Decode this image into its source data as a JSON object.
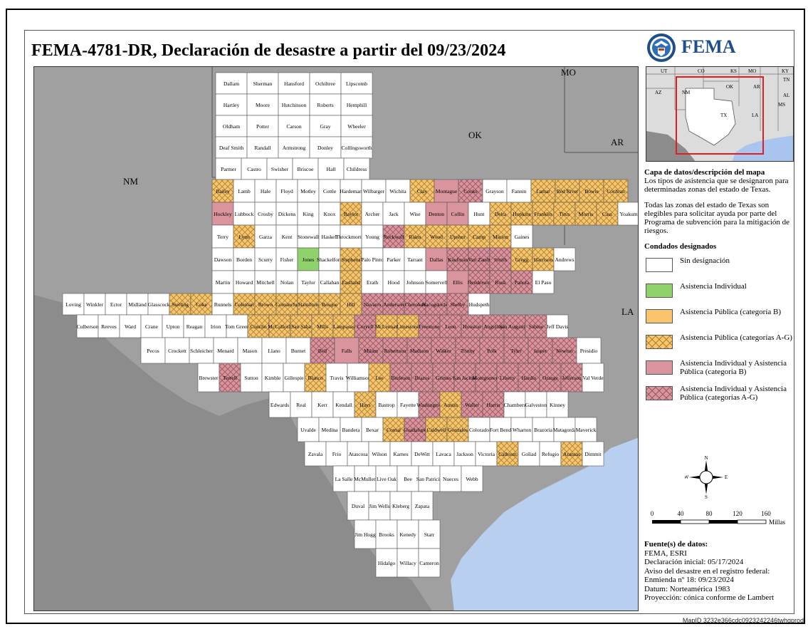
{
  "title": "FEMA-4781-DR, Declaración de desastre a partir del 09/23/2024",
  "logo_text": "FEMA",
  "neighbors": [
    "NM",
    "OK",
    "AR",
    "LA",
    "MO"
  ],
  "locator_labels": [
    "UT",
    "CO",
    "KS",
    "MO",
    "KY",
    "TN",
    "AZ",
    "NM",
    "OK",
    "AR",
    "AL",
    "MS",
    "TX",
    "LA"
  ],
  "colors": {
    "none": "#ffffff",
    "ia": "#8fd16a",
    "pa_b": "#f9c46b",
    "pa_ag": "#f9c46b",
    "ia_pa_b": "#d9949e",
    "ia_pa_ag": "#d9949e",
    "water": "#b9cff0",
    "outside": "#9a9a9a"
  },
  "legend": {
    "heading": "Capa de datos/descripción del mapa",
    "para1": "Los tipos de asistencia que se designaron para determinadas zonas del estado de Texas.",
    "para2": "Todas las zonas del estado de Texas son elegibles para solicitar ayuda por parte del Programa de subvención para la mitigación de riesgos.",
    "counties_heading": "Condados designados",
    "items": [
      {
        "key": "none",
        "label": "Sin designación"
      },
      {
        "key": "ia",
        "label": "Asistencia Individual"
      },
      {
        "key": "pa_b",
        "label": "Asistencia Pública (categoría B)"
      },
      {
        "key": "pa_ag",
        "label": "Asistencia Pública (categorías A-G)"
      },
      {
        "key": "ia_pa_b",
        "label": "Asistencia Individual y Asistencia Pública (categoría B)"
      },
      {
        "key": "ia_pa_ag",
        "label": "Asistencia Individual y Asistencia Pública (categorías A-G)"
      }
    ]
  },
  "compass": [
    "N",
    "E",
    "S",
    "W"
  ],
  "scale": {
    "ticks": [
      "0",
      "40",
      "80",
      "120",
      "160"
    ],
    "unit": "Millas"
  },
  "source": {
    "heading": "Fuente(s) de datos:",
    "lines": [
      "FEMA, ESRI",
      "Declaración inicial: 05/17/2024",
      "Aviso del desastre en el registro federal:",
      "Enmienda nº 18: 09/23/2024",
      "Datum: Norteamérica 1983",
      "Proyección: cónica conforme de Lambert"
    ]
  },
  "map_id": "MapID 3232e366cdc0923242246twhqprod",
  "counties": [
    {
      "name": "Dallam",
      "t": "none"
    },
    {
      "name": "Sherman",
      "t": "none"
    },
    {
      "name": "Hansford",
      "t": "none"
    },
    {
      "name": "Ochiltree",
      "t": "none"
    },
    {
      "name": "Lipscomb",
      "t": "none"
    },
    {
      "name": "Hartley",
      "t": "none"
    },
    {
      "name": "Moore",
      "t": "none"
    },
    {
      "name": "Hutchinson",
      "t": "none"
    },
    {
      "name": "Roberts",
      "t": "none"
    },
    {
      "name": "Hemphill",
      "t": "none"
    },
    {
      "name": "Oldham",
      "t": "none"
    },
    {
      "name": "Potter",
      "t": "none"
    },
    {
      "name": "Carson",
      "t": "none"
    },
    {
      "name": "Gray",
      "t": "none"
    },
    {
      "name": "Wheeler",
      "t": "none"
    },
    {
      "name": "Deaf Smith",
      "t": "none"
    },
    {
      "name": "Randall",
      "t": "none"
    },
    {
      "name": "Armstrong",
      "t": "none"
    },
    {
      "name": "Donley",
      "t": "none"
    },
    {
      "name": "Collingsworth",
      "t": "none"
    },
    {
      "name": "Parmer",
      "t": "none"
    },
    {
      "name": "Castro",
      "t": "none"
    },
    {
      "name": "Swisher",
      "t": "none"
    },
    {
      "name": "Briscoe",
      "t": "none"
    },
    {
      "name": "Hall",
      "t": "none"
    },
    {
      "name": "Childress",
      "t": "none"
    },
    {
      "name": "Bailey",
      "t": "pa_ag"
    },
    {
      "name": "Lamb",
      "t": "none"
    },
    {
      "name": "Hale",
      "t": "none"
    },
    {
      "name": "Floyd",
      "t": "none"
    },
    {
      "name": "Motley",
      "t": "none"
    },
    {
      "name": "Cottle",
      "t": "none"
    },
    {
      "name": "Hardeman",
      "t": "none"
    },
    {
      "name": "Wilbarger",
      "t": "none"
    },
    {
      "name": "Wichita",
      "t": "none"
    },
    {
      "name": "Clay",
      "t": "pa_ag"
    },
    {
      "name": "Montague",
      "t": "ia_pa_b"
    },
    {
      "name": "Cooke",
      "t": "ia_pa_ag"
    },
    {
      "name": "Grayson",
      "t": "none"
    },
    {
      "name": "Fannin",
      "t": "none"
    },
    {
      "name": "Lamar",
      "t": "pa_ag"
    },
    {
      "name": "Red River",
      "t": "pa_ag"
    },
    {
      "name": "Bowie",
      "t": "pa_ag"
    },
    {
      "name": "Cochran",
      "t": "pa_ag"
    },
    {
      "name": "Hockley",
      "t": "ia_pa_b"
    },
    {
      "name": "Lubbock",
      "t": "none"
    },
    {
      "name": "Crosby",
      "t": "none"
    },
    {
      "name": "Dickens",
      "t": "none"
    },
    {
      "name": "King",
      "t": "none"
    },
    {
      "name": "Knox",
      "t": "none"
    },
    {
      "name": "Baylor",
      "t": "pa_ag"
    },
    {
      "name": "Archer",
      "t": "none"
    },
    {
      "name": "Jack",
      "t": "none"
    },
    {
      "name": "Wise",
      "t": "none"
    },
    {
      "name": "Denton",
      "t": "ia_pa_b"
    },
    {
      "name": "Collin",
      "t": "ia_pa_b"
    },
    {
      "name": "Hunt",
      "t": "none"
    },
    {
      "name": "Delta",
      "t": "pa_ag"
    },
    {
      "name": "Hopkins",
      "t": "pa_ag"
    },
    {
      "name": "Franklin",
      "t": "pa_ag"
    },
    {
      "name": "Titus",
      "t": "pa_ag"
    },
    {
      "name": "Morris",
      "t": "pa_ag"
    },
    {
      "name": "Cass",
      "t": "pa_ag"
    },
    {
      "name": "Yoakum",
      "t": "none"
    },
    {
      "name": "Terry",
      "t": "none"
    },
    {
      "name": "Lynn",
      "t": "pa_ag"
    },
    {
      "name": "Garza",
      "t": "none"
    },
    {
      "name": "Kent",
      "t": "none"
    },
    {
      "name": "Stonewall",
      "t": "none"
    },
    {
      "name": "Haskell",
      "t": "none"
    },
    {
      "name": "Throckmorton",
      "t": "none"
    },
    {
      "name": "Young",
      "t": "none"
    },
    {
      "name": "Rockwall",
      "t": "ia_pa_ag"
    },
    {
      "name": "Rains",
      "t": "pa_ag"
    },
    {
      "name": "Wood",
      "t": "pa_ag"
    },
    {
      "name": "Upshur",
      "t": "pa_ag"
    },
    {
      "name": "Camp",
      "t": "pa_ag"
    },
    {
      "name": "Marion",
      "t": "pa_ag"
    },
    {
      "name": "Gaines",
      "t": "none"
    },
    {
      "name": "Dawson",
      "t": "none"
    },
    {
      "name": "Borden",
      "t": "none"
    },
    {
      "name": "Scurry",
      "t": "none"
    },
    {
      "name": "Fisher",
      "t": "none"
    },
    {
      "name": "Jones",
      "t": "ia"
    },
    {
      "name": "Shackelford",
      "t": "none"
    },
    {
      "name": "Stephens",
      "t": "pa_ag"
    },
    {
      "name": "Palo Pinto",
      "t": "none"
    },
    {
      "name": "Parker",
      "t": "none"
    },
    {
      "name": "Tarrant",
      "t": "none"
    },
    {
      "name": "Dallas",
      "t": "ia_pa_b"
    },
    {
      "name": "Kaufman",
      "t": "ia_pa_ag"
    },
    {
      "name": "Van Zandt",
      "t": "ia_pa_ag"
    },
    {
      "name": "Smith",
      "t": "ia_pa_ag"
    },
    {
      "name": "Gregg",
      "t": "pa_ag"
    },
    {
      "name": "Harrison",
      "t": "pa_ag"
    },
    {
      "name": "Andrews",
      "t": "none"
    },
    {
      "name": "Martin",
      "t": "none"
    },
    {
      "name": "Howard",
      "t": "none"
    },
    {
      "name": "Mitchell",
      "t": "none"
    },
    {
      "name": "Nolan",
      "t": "none"
    },
    {
      "name": "Taylor",
      "t": "none"
    },
    {
      "name": "Callahan",
      "t": "none"
    },
    {
      "name": "Eastland",
      "t": "pa_ag"
    },
    {
      "name": "Erath",
      "t": "none"
    },
    {
      "name": "Hood",
      "t": "none"
    },
    {
      "name": "Johnson",
      "t": "none"
    },
    {
      "name": "Somervell",
      "t": "none"
    },
    {
      "name": "Ellis",
      "t": "ia_pa_b"
    },
    {
      "name": "Henderson",
      "t": "ia_pa_ag"
    },
    {
      "name": "Rusk",
      "t": "ia_pa_ag"
    },
    {
      "name": "Panola",
      "t": "ia_pa_ag"
    },
    {
      "name": "El Paso",
      "t": "none"
    },
    {
      "name": "Loving",
      "t": "none"
    },
    {
      "name": "Winkler",
      "t": "none"
    },
    {
      "name": "Ector",
      "t": "none"
    },
    {
      "name": "Midland",
      "t": "none"
    },
    {
      "name": "Glasscock",
      "t": "none"
    },
    {
      "name": "Sterling",
      "t": "pa_ag"
    },
    {
      "name": "Coke",
      "t": "pa_ag"
    },
    {
      "name": "Runnels",
      "t": "none"
    },
    {
      "name": "Coleman",
      "t": "pa_ag"
    },
    {
      "name": "Brown",
      "t": "pa_ag"
    },
    {
      "name": "Comanche",
      "t": "pa_ag"
    },
    {
      "name": "Hamilton",
      "t": "pa_ag"
    },
    {
      "name": "Bosque",
      "t": "pa_ag"
    },
    {
      "name": "Hill",
      "t": "pa_ag"
    },
    {
      "name": "Navarro",
      "t": "ia_pa_ag"
    },
    {
      "name": "Anderson",
      "t": "ia_pa_ag"
    },
    {
      "name": "Cherokee",
      "t": "ia_pa_ag"
    },
    {
      "name": "Nacogdoches",
      "t": "ia_pa_ag"
    },
    {
      "name": "Shelby",
      "t": "ia_pa_ag"
    },
    {
      "name": "Hudspeth",
      "t": "none"
    },
    {
      "name": "Culberson",
      "t": "none"
    },
    {
      "name": "Reeves",
      "t": "none"
    },
    {
      "name": "Ward",
      "t": "none"
    },
    {
      "name": "Crane",
      "t": "none"
    },
    {
      "name": "Upton",
      "t": "none"
    },
    {
      "name": "Reagan",
      "t": "none"
    },
    {
      "name": "Irion",
      "t": "none"
    },
    {
      "name": "Tom Green",
      "t": "none"
    },
    {
      "name": "Concho",
      "t": "pa_ag"
    },
    {
      "name": "McCulloch",
      "t": "pa_ag"
    },
    {
      "name": "San Saba",
      "t": "pa_ag"
    },
    {
      "name": "Mills",
      "t": "pa_ag"
    },
    {
      "name": "Lampasas",
      "t": "pa_ag"
    },
    {
      "name": "Coryell",
      "t": "ia_pa_ag"
    },
    {
      "name": "McLennan",
      "t": "pa_ag"
    },
    {
      "name": "Limestone",
      "t": "pa_ag"
    },
    {
      "name": "Freestone",
      "t": "ia_pa_ag"
    },
    {
      "name": "Leon",
      "t": "ia_pa_ag"
    },
    {
      "name": "Houston",
      "t": "ia_pa_ag"
    },
    {
      "name": "Angelina",
      "t": "ia_pa_ag"
    },
    {
      "name": "San Augustine",
      "t": "ia_pa_ag"
    },
    {
      "name": "Sabine",
      "t": "ia_pa_ag"
    },
    {
      "name": "Jeff Davis",
      "t": "none"
    },
    {
      "name": "Pecos",
      "t": "none"
    },
    {
      "name": "Crockett",
      "t": "none"
    },
    {
      "name": "Schleicher",
      "t": "none"
    },
    {
      "name": "Menard",
      "t": "none"
    },
    {
      "name": "Mason",
      "t": "none"
    },
    {
      "name": "Llano",
      "t": "none"
    },
    {
      "name": "Burnet",
      "t": "none"
    },
    {
      "name": "Bell",
      "t": "ia_pa_ag"
    },
    {
      "name": "Falls",
      "t": "ia_pa_b"
    },
    {
      "name": "Milam",
      "t": "ia_pa_ag"
    },
    {
      "name": "Robertson",
      "t": "ia_pa_ag"
    },
    {
      "name": "Madison",
      "t": "ia_pa_ag"
    },
    {
      "name": "Walker",
      "t": "ia_pa_ag"
    },
    {
      "name": "Trinity",
      "t": "ia_pa_ag"
    },
    {
      "name": "Polk",
      "t": "ia_pa_ag"
    },
    {
      "name": "Tyler",
      "t": "ia_pa_ag"
    },
    {
      "name": "Jasper",
      "t": "ia_pa_ag"
    },
    {
      "name": "Newton",
      "t": "ia_pa_ag"
    },
    {
      "name": "Presidio",
      "t": "none"
    },
    {
      "name": "Brewster",
      "t": "none"
    },
    {
      "name": "Terrell",
      "t": "ia_pa_ag"
    },
    {
      "name": "Sutton",
      "t": "none"
    },
    {
      "name": "Kimble",
      "t": "none"
    },
    {
      "name": "Gillespie",
      "t": "none"
    },
    {
      "name": "Blanco",
      "t": "pa_ag"
    },
    {
      "name": "Travis",
      "t": "none"
    },
    {
      "name": "Williamson",
      "t": "none"
    },
    {
      "name": "Lee",
      "t": "pa_ag"
    },
    {
      "name": "Burleson",
      "t": "ia_pa_ag"
    },
    {
      "name": "Brazos",
      "t": "ia_pa_ag"
    },
    {
      "name": "Grimes",
      "t": "ia_pa_ag"
    },
    {
      "name": "San Jacinto",
      "t": "ia_pa_ag"
    },
    {
      "name": "Montgomery",
      "t": "ia_pa_ag"
    },
    {
      "name": "Liberty",
      "t": "ia_pa_ag"
    },
    {
      "name": "Hardin",
      "t": "ia_pa_ag"
    },
    {
      "name": "Orange",
      "t": "ia_pa_ag"
    },
    {
      "name": "Jefferson",
      "t": "ia_pa_ag"
    },
    {
      "name": "Val Verde",
      "t": "none"
    },
    {
      "name": "Edwards",
      "t": "none"
    },
    {
      "name": "Real",
      "t": "none"
    },
    {
      "name": "Kerr",
      "t": "none"
    },
    {
      "name": "Kendall",
      "t": "none"
    },
    {
      "name": "Hays",
      "t": "pa_ag"
    },
    {
      "name": "Bastrop",
      "t": "none"
    },
    {
      "name": "Fayette",
      "t": "none"
    },
    {
      "name": "Washington",
      "t": "ia_pa_ag"
    },
    {
      "name": "Austin",
      "t": "pa_ag"
    },
    {
      "name": "Waller",
      "t": "ia_pa_ag"
    },
    {
      "name": "Harris",
      "t": "ia_pa_ag"
    },
    {
      "name": "Chambers",
      "t": "none"
    },
    {
      "name": "Galveston",
      "t": "none"
    },
    {
      "name": "Kinney",
      "t": "none"
    },
    {
      "name": "Uvalde",
      "t": "none"
    },
    {
      "name": "Medina",
      "t": "none"
    },
    {
      "name": "Bandera",
      "t": "none"
    },
    {
      "name": "Bexar",
      "t": "none"
    },
    {
      "name": "Comal",
      "t": "pa_ag"
    },
    {
      "name": "Guadalupe",
      "t": "ia_pa_ag"
    },
    {
      "name": "Caldwell",
      "t": "pa_ag"
    },
    {
      "name": "Gonzales",
      "t": "pa_ag"
    },
    {
      "name": "Colorado",
      "t": "none"
    },
    {
      "name": "Fort Bend",
      "t": "none"
    },
    {
      "name": "Wharton",
      "t": "none"
    },
    {
      "name": "Brazoria",
      "t": "none"
    },
    {
      "name": "Matagorda",
      "t": "none"
    },
    {
      "name": "Maverick",
      "t": "none"
    },
    {
      "name": "Zavala",
      "t": "none"
    },
    {
      "name": "Frio",
      "t": "none"
    },
    {
      "name": "Atascosa",
      "t": "none"
    },
    {
      "name": "Wilson",
      "t": "none"
    },
    {
      "name": "Karnes",
      "t": "none"
    },
    {
      "name": "DeWitt",
      "t": "none"
    },
    {
      "name": "Lavaca",
      "t": "none"
    },
    {
      "name": "Jackson",
      "t": "none"
    },
    {
      "name": "Victoria",
      "t": "none"
    },
    {
      "name": "Calhoun",
      "t": "pa_ag"
    },
    {
      "name": "Goliad",
      "t": "none"
    },
    {
      "name": "Refugio",
      "t": "none"
    },
    {
      "name": "Aransas",
      "t": "pa_ag"
    },
    {
      "name": "Dimmit",
      "t": "none"
    },
    {
      "name": "La Salle",
      "t": "none"
    },
    {
      "name": "McMullen",
      "t": "none"
    },
    {
      "name": "Live Oak",
      "t": "none"
    },
    {
      "name": "Bee",
      "t": "none"
    },
    {
      "name": "San Patricio",
      "t": "none"
    },
    {
      "name": "Nueces",
      "t": "none"
    },
    {
      "name": "Webb",
      "t": "none"
    },
    {
      "name": "Duval",
      "t": "none"
    },
    {
      "name": "Jim Wells",
      "t": "none"
    },
    {
      "name": "Kleberg",
      "t": "none"
    },
    {
      "name": "Zapata",
      "t": "none"
    },
    {
      "name": "Jim Hogg",
      "t": "none"
    },
    {
      "name": "Brooks",
      "t": "none"
    },
    {
      "name": "Kenedy",
      "t": "none"
    },
    {
      "name": "Starr",
      "t": "none"
    },
    {
      "name": "Hidalgo",
      "t": "none"
    },
    {
      "name": "Willacy",
      "t": "none"
    },
    {
      "name": "Cameron",
      "t": "none"
    }
  ]
}
